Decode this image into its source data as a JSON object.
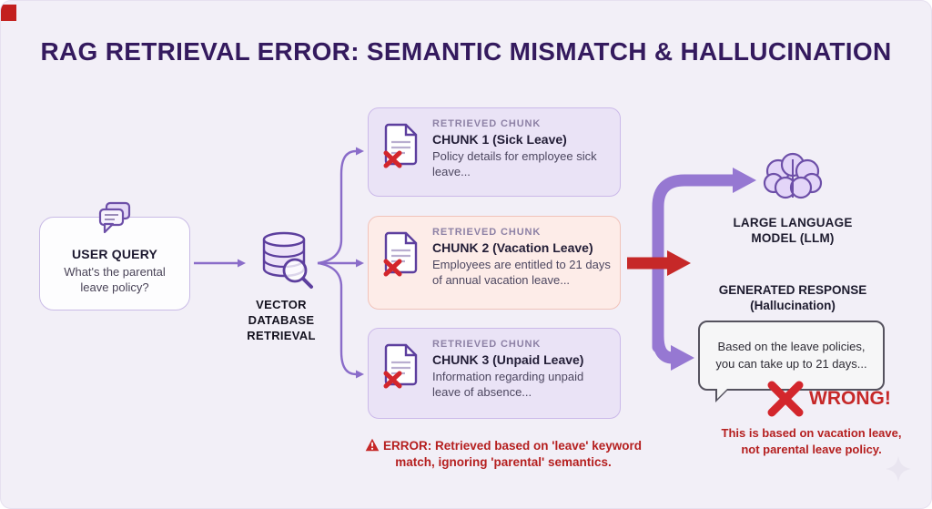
{
  "title": "RAG RETRIEVAL ERROR: SEMANTIC MISMATCH & HALLUCINATION",
  "user_query": {
    "label": "USER QUERY",
    "question": "What's the parental leave policy?"
  },
  "vector_db": {
    "label": "VECTOR DATABASE RETRIEVAL"
  },
  "chunks": [
    {
      "header": "RETRIEVED CHUNK",
      "title": "CHUNK 1 (Sick Leave)",
      "body": "Policy details for employee sick leave...",
      "variant": "purple"
    },
    {
      "header": "RETRIEVED CHUNK",
      "title": "CHUNK 2 (Vacation Leave)",
      "body": "Employees are entitled to 21 days of annual vacation leave...",
      "variant": "red"
    },
    {
      "header": "RETRIEVED CHUNK",
      "title": "CHUNK 3 (Unpaid Leave)",
      "body": "Information regarding unpaid leave of absence...",
      "variant": "purple"
    }
  ],
  "error_note": {
    "text": "ERROR: Retrieved based on 'leave' keyword match, ignoring 'parental' semantics."
  },
  "llm": {
    "label": "LARGE LANGUAGE MODEL (LLM)"
  },
  "generated_response": {
    "label": "GENERATED RESPONSE (Hallucination)",
    "bubble": "Based on the leave policies, you can take up to 21 days...",
    "verdict": "WRONG!",
    "explanation": "This is based on vacation leave, not parental leave policy."
  },
  "colors": {
    "background": "#f2eff7",
    "title": "#341a5e",
    "accent_purple": "#5d3f9e",
    "arrow_purple": "#9678d2",
    "error_red": "#c62828",
    "chunk_purple_bg": "#eae3f6",
    "chunk_red_bg": "#fdece8"
  }
}
